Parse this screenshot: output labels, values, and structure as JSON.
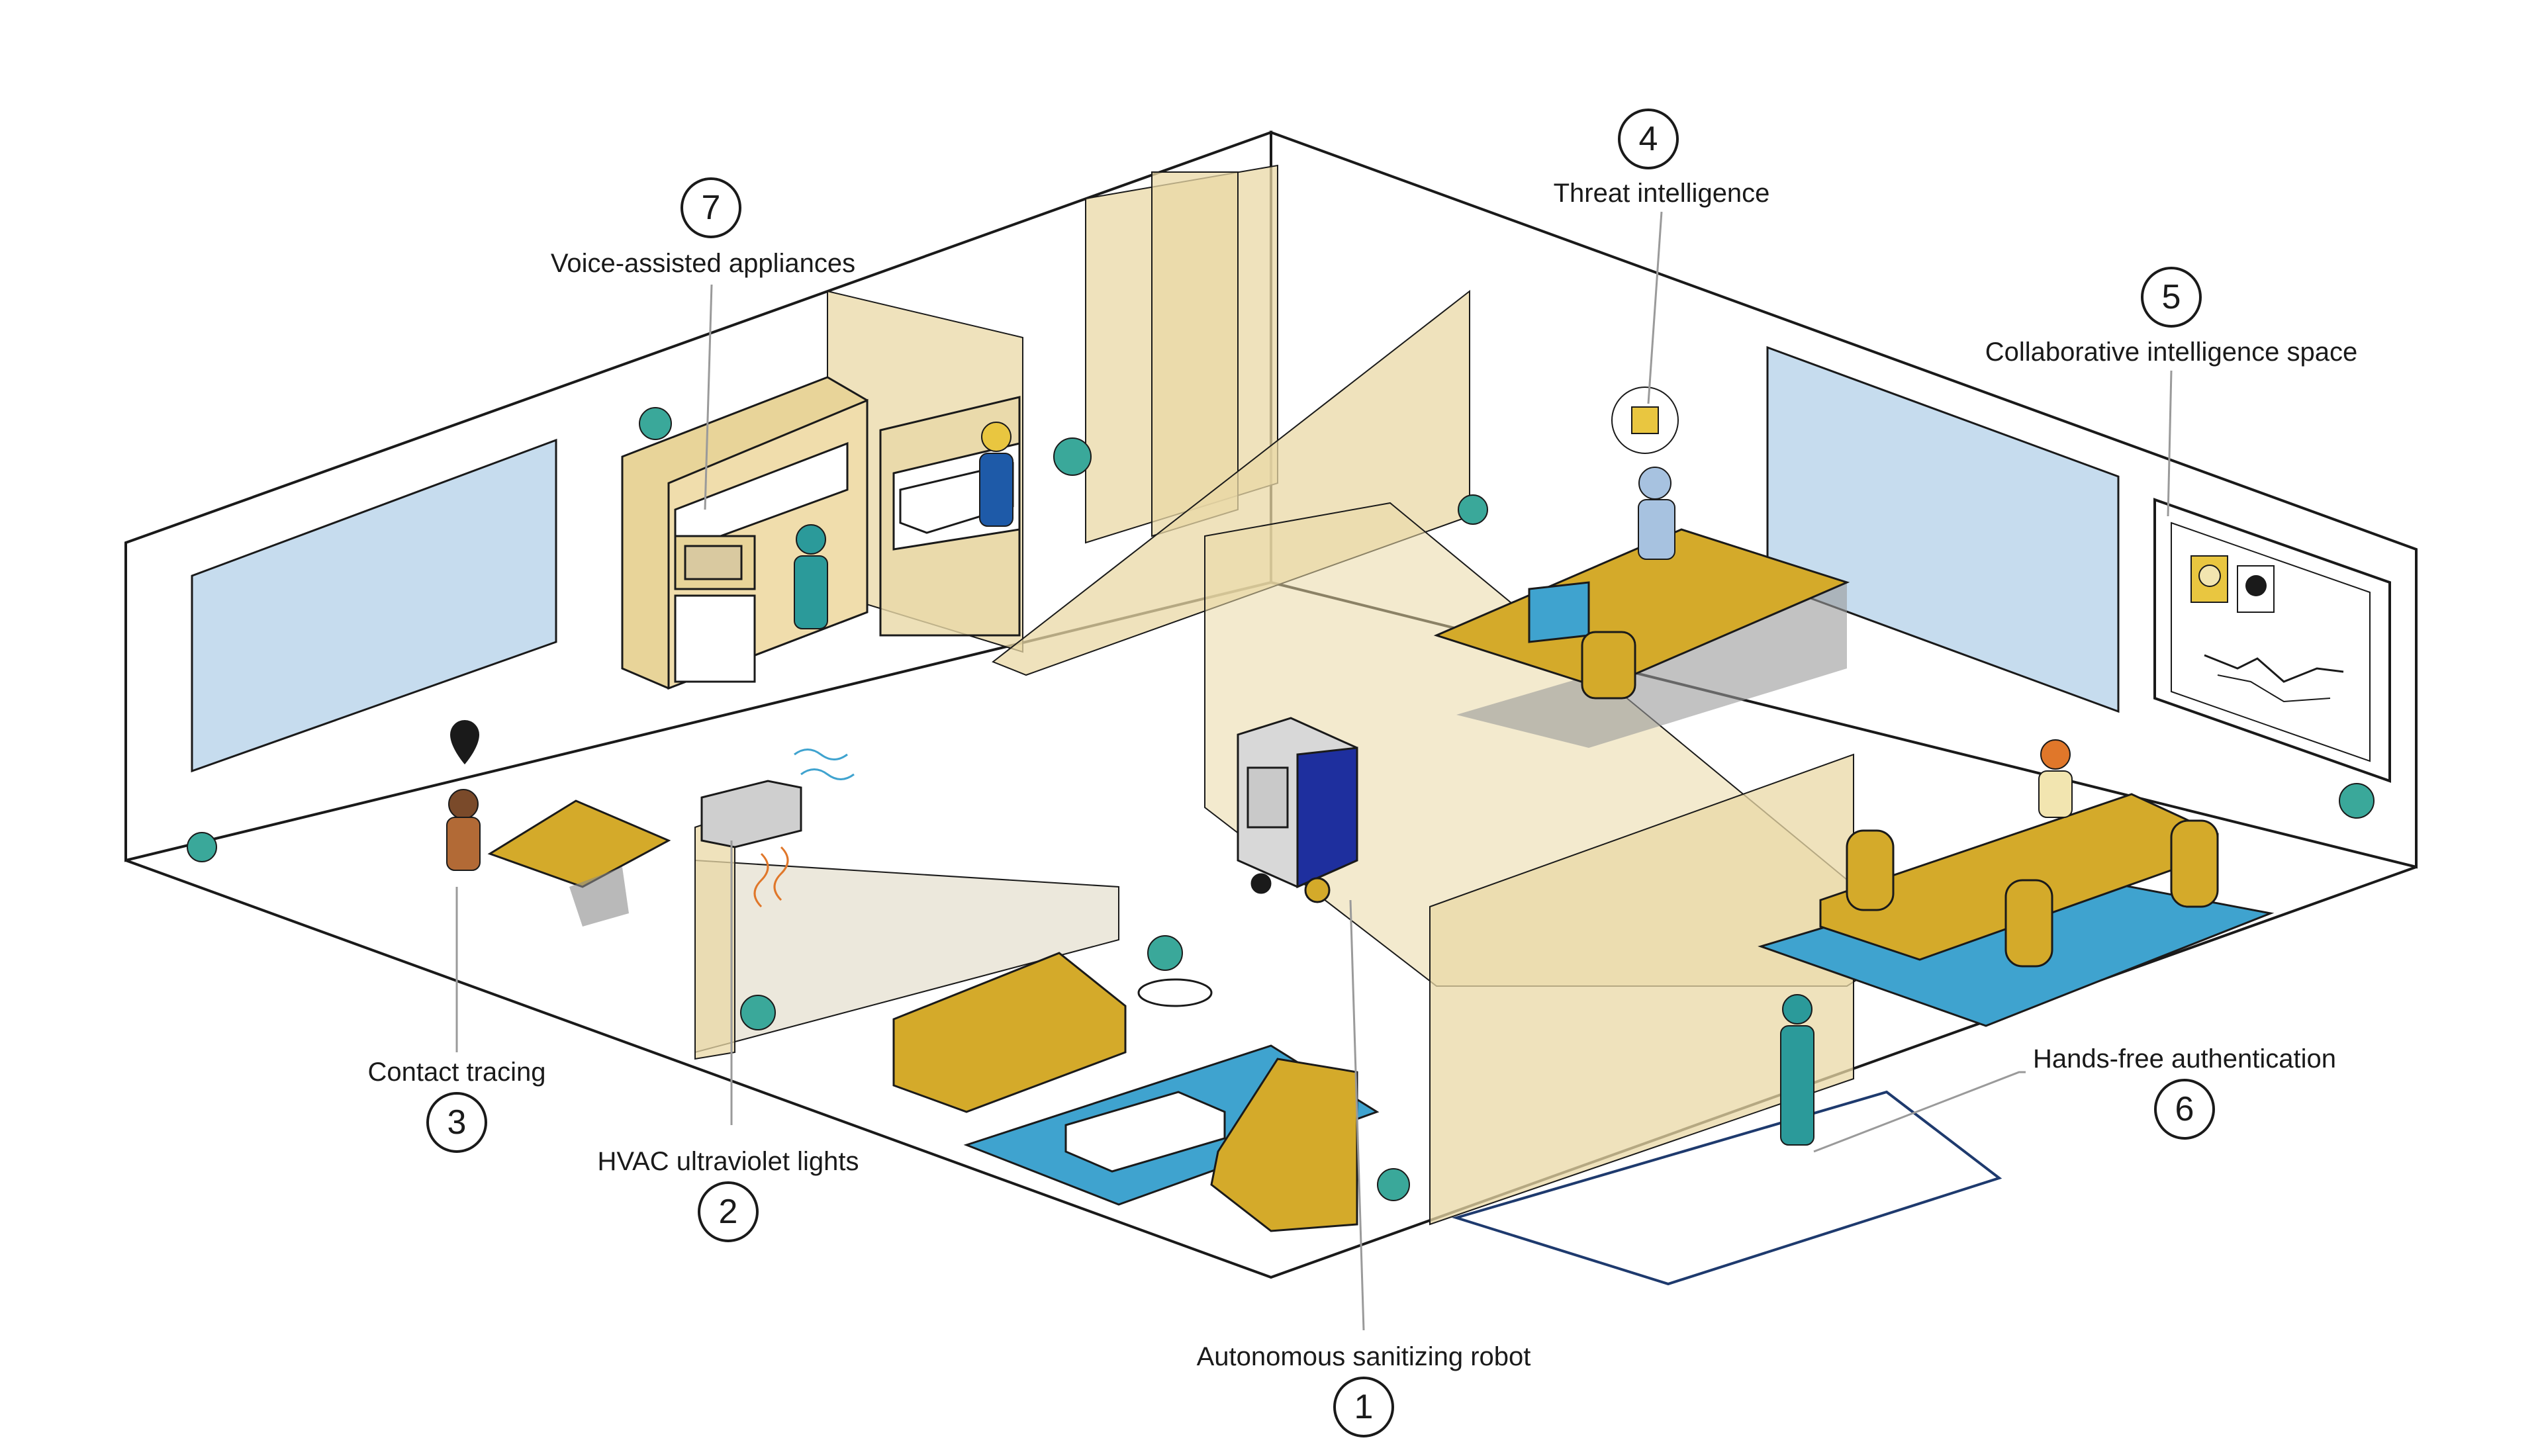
{
  "callouts": [
    {
      "number": "1",
      "label": "Autonomous sanitizing robot"
    },
    {
      "number": "2",
      "label": "HVAC ultraviolet lights"
    },
    {
      "number": "3",
      "label": "Contact tracing"
    },
    {
      "number": "4",
      "label": "Threat intelligence"
    },
    {
      "number": "5",
      "label": "Collaborative intelligence space"
    },
    {
      "number": "6",
      "label": "Hands-free authentication"
    },
    {
      "number": "7",
      "label": "Voice-assisted appliances"
    }
  ],
  "colors": {
    "outline": "#1a1a1a",
    "wall": "#ffffff",
    "window": "#c6dcee",
    "translucent_beam": "#e9d8a6",
    "furniture_gold": "#d4aa2a",
    "rug_blue": "#3fa3cf",
    "teal_figure": "#2b9a9a",
    "robot_blue": "#1e2f9e"
  }
}
